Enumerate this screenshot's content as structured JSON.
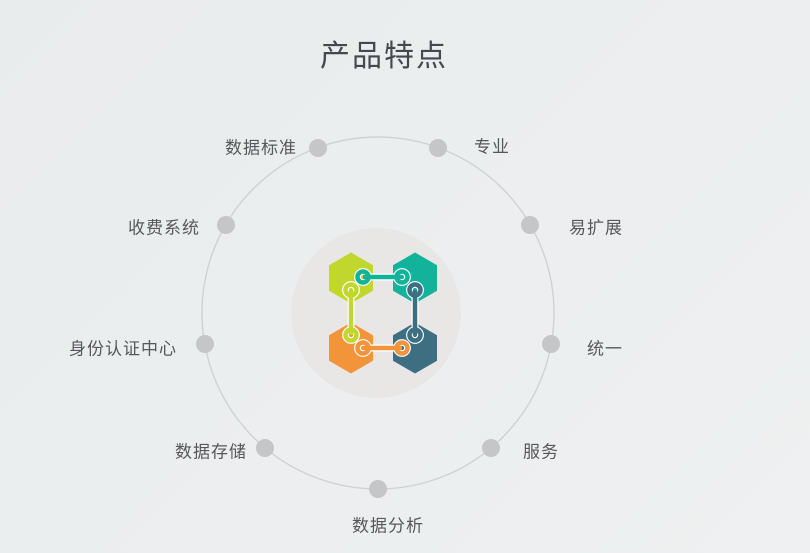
{
  "title": "产品特点",
  "colors": {
    "background": "#e9eced",
    "background_bottom": "#eef0f1",
    "title_text": "#45484c",
    "label_text": "#56585b",
    "ring_stroke": "#cfd2d3",
    "node_fill": "#c5c6c7",
    "center_circle": "#e9e7e5",
    "hex_lime": "#c1d72e",
    "hex_teal": "#12b29b",
    "hex_orange": "#f2943a",
    "hex_slate": "#3d6e82",
    "link_casing": "#ffffff"
  },
  "features": [
    {
      "label": "数据标准",
      "position": "top-left"
    },
    {
      "label": "专业",
      "position": "top-right"
    },
    {
      "label": "收费系统",
      "position": "upper-left"
    },
    {
      "label": "易扩展",
      "position": "upper-right"
    },
    {
      "label": "身份认证中心",
      "position": "left"
    },
    {
      "label": "统一",
      "position": "right"
    },
    {
      "label": "数据存储",
      "position": "lower-left"
    },
    {
      "label": "服务",
      "position": "lower-right"
    },
    {
      "label": "数据分析",
      "position": "bottom"
    }
  ]
}
